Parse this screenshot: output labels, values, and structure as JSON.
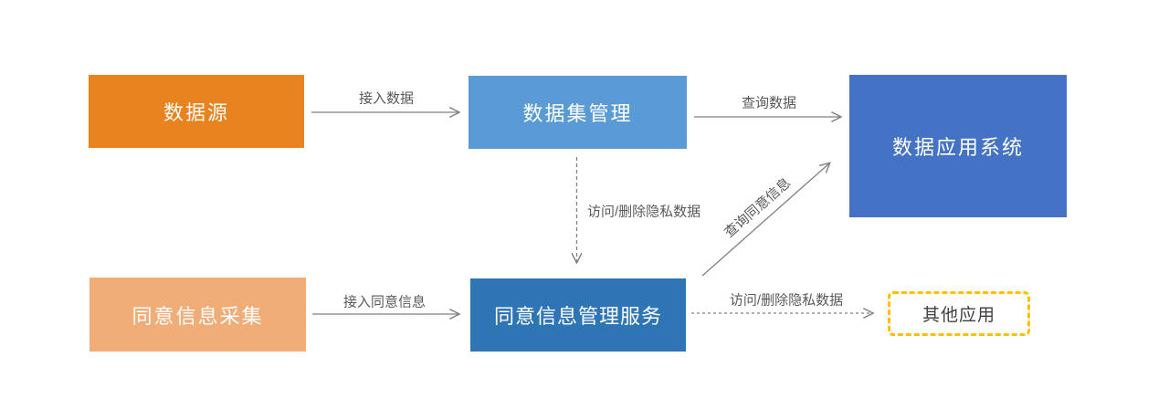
{
  "diagram": {
    "background": "#FFFFFF",
    "arrow_color": "#808080",
    "edge_label_color": "#595959",
    "nodes": [
      {
        "id": "data-source",
        "label": "数据源",
        "bg": "#E8831D",
        "text_color": "#FFFFFF"
      },
      {
        "id": "dataset-management",
        "label": "数据集管理",
        "bg": "#5B9BD5",
        "text_color": "#FFFFFF"
      },
      {
        "id": "data-application-system",
        "label": "数据应用系统",
        "bg": "#4472C4",
        "text_color": "#FFFFFF"
      },
      {
        "id": "consent-info-collection",
        "label": "同意信息采集",
        "bg": "#F0AD78",
        "text_color": "#FFFFFF"
      },
      {
        "id": "consent-info-management-service",
        "label": "同意信息管理服务",
        "bg": "#2E75B6",
        "text_color": "#FFFFFF"
      },
      {
        "id": "other-applications",
        "label": "其他应用",
        "bg": "#FFFFFF",
        "border_color": "#FFC000",
        "text_color": "#3F3F3F"
      }
    ],
    "edges": [
      {
        "id": "access-data",
        "label": "接入数据",
        "from": "data-source",
        "to": "dataset-management",
        "style": "solid"
      },
      {
        "id": "query-data",
        "label": "查询数据",
        "from": "dataset-management",
        "to": "data-application-system",
        "style": "solid"
      },
      {
        "id": "access-delete-private-data-down",
        "label": "访问/删除隐私数据",
        "from": "dataset-management",
        "to": "consent-info-management-service",
        "style": "dashed"
      },
      {
        "id": "access-consent-info",
        "label": "接入同意信息",
        "from": "consent-info-collection",
        "to": "consent-info-management-service",
        "style": "solid"
      },
      {
        "id": "query-consent-info",
        "label": "查询同意信息",
        "from": "consent-info-management-service",
        "to": "data-application-system",
        "style": "solid"
      },
      {
        "id": "access-delete-private-data-right",
        "label": "访问/删除隐私数据",
        "from": "consent-info-management-service",
        "to": "other-applications",
        "style": "dashed"
      }
    ]
  }
}
